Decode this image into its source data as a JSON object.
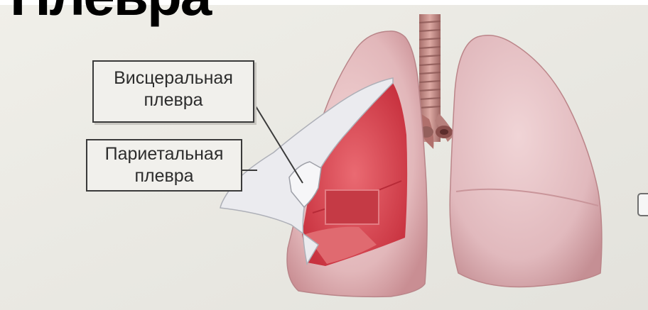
{
  "heading": {
    "text": "Плевра"
  },
  "labels": {
    "visceral": {
      "line1": "Висцеральная",
      "line2": "плевра"
    },
    "parietal": {
      "line1": "Париетальная",
      "line2": "плевра"
    }
  },
  "colors": {
    "background": "#ecebe5",
    "lung_surface": "#e7c3c5",
    "lung_tissue": "#d9424f",
    "trachea": "#c98a86",
    "pleura_membrane": "#e6e6ec"
  },
  "icons": {
    "side_button": "nav-button-icon"
  }
}
